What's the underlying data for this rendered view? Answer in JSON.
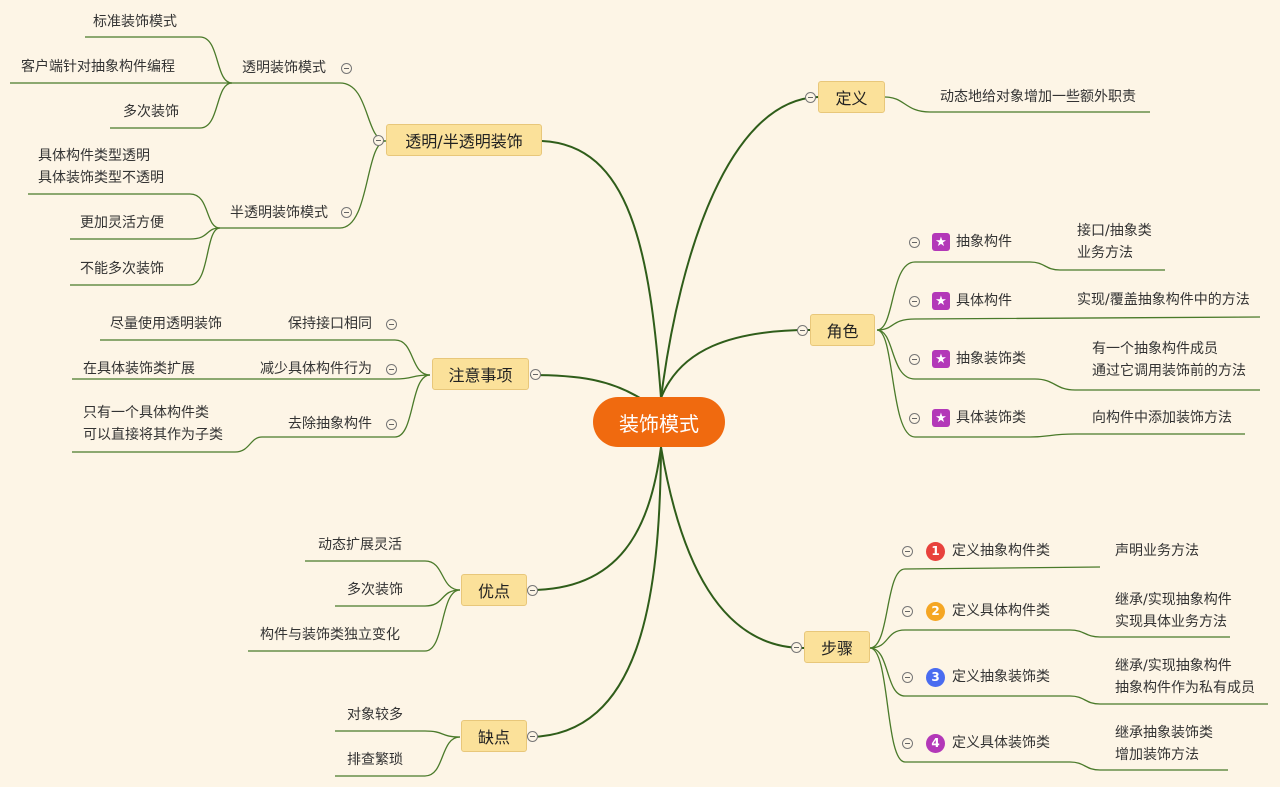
{
  "root": {
    "label": "装饰模式"
  },
  "definition": {
    "label": "定义",
    "text": "动态地给对象增加一些额外职责"
  },
  "transparency": {
    "label": "透明/半透明装饰",
    "transparent": {
      "label": "透明装饰模式",
      "items": [
        "标准装饰模式",
        "客户端针对抽象构件编程",
        "多次装饰"
      ]
    },
    "semi": {
      "label": "半透明装饰模式",
      "items": [
        "具体构件类型透明",
        "具体装饰类型不透明",
        "更加灵活方便",
        "不能多次装饰"
      ]
    }
  },
  "roles": {
    "label": "角色",
    "items": [
      {
        "label": "抽象构件",
        "desc": [
          "接口/抽象类",
          "业务方法"
        ]
      },
      {
        "label": "具体构件",
        "desc": [
          "实现/覆盖抽象构件中的方法"
        ]
      },
      {
        "label": "抽象装饰类",
        "desc": [
          "有一个抽象构件成员",
          "通过它调用装饰前的方法"
        ]
      },
      {
        "label": "具体装饰类",
        "desc": [
          "向构件中添加装饰方法"
        ]
      }
    ],
    "star_icon": "★",
    "star_color": "#b338b8"
  },
  "notes": {
    "label": "注意事项",
    "items": [
      {
        "label": "保持接口相同",
        "desc": [
          "尽量使用透明装饰"
        ]
      },
      {
        "label": "减少具体构件行为",
        "desc": [
          "在具体装饰类扩展"
        ]
      },
      {
        "label": "去除抽象构件",
        "desc": [
          "只有一个具体构件类",
          "可以直接将其作为子类"
        ]
      }
    ]
  },
  "pros": {
    "label": "优点",
    "items": [
      "动态扩展灵活",
      "多次装饰",
      "构件与装饰类独立变化"
    ]
  },
  "cons": {
    "label": "缺点",
    "items": [
      "对象较多",
      "排查繁琐"
    ]
  },
  "steps": {
    "label": "步骤",
    "items": [
      {
        "num": "1",
        "color": "#e8413c",
        "label": "定义抽象构件类",
        "desc": [
          "声明业务方法"
        ]
      },
      {
        "num": "2",
        "color": "#f5a623",
        "label": "定义具体构件类",
        "desc": [
          "继承/实现抽象构件",
          "实现具体业务方法"
        ]
      },
      {
        "num": "3",
        "color": "#4a6cf0",
        "label": "定义抽象装饰类",
        "desc": [
          "继承/实现抽象构件",
          "抽象构件作为私有成员"
        ]
      },
      {
        "num": "4",
        "color": "#b338b8",
        "label": "定义具体装饰类",
        "desc": [
          "继承抽象装饰类",
          "增加装饰方法"
        ]
      }
    ]
  },
  "colors": {
    "main_branch": "#2f5d1a",
    "sub_branch": "#4a7a2a",
    "root_fill": "#f06a0f",
    "node_fill": "#fbe19a"
  }
}
